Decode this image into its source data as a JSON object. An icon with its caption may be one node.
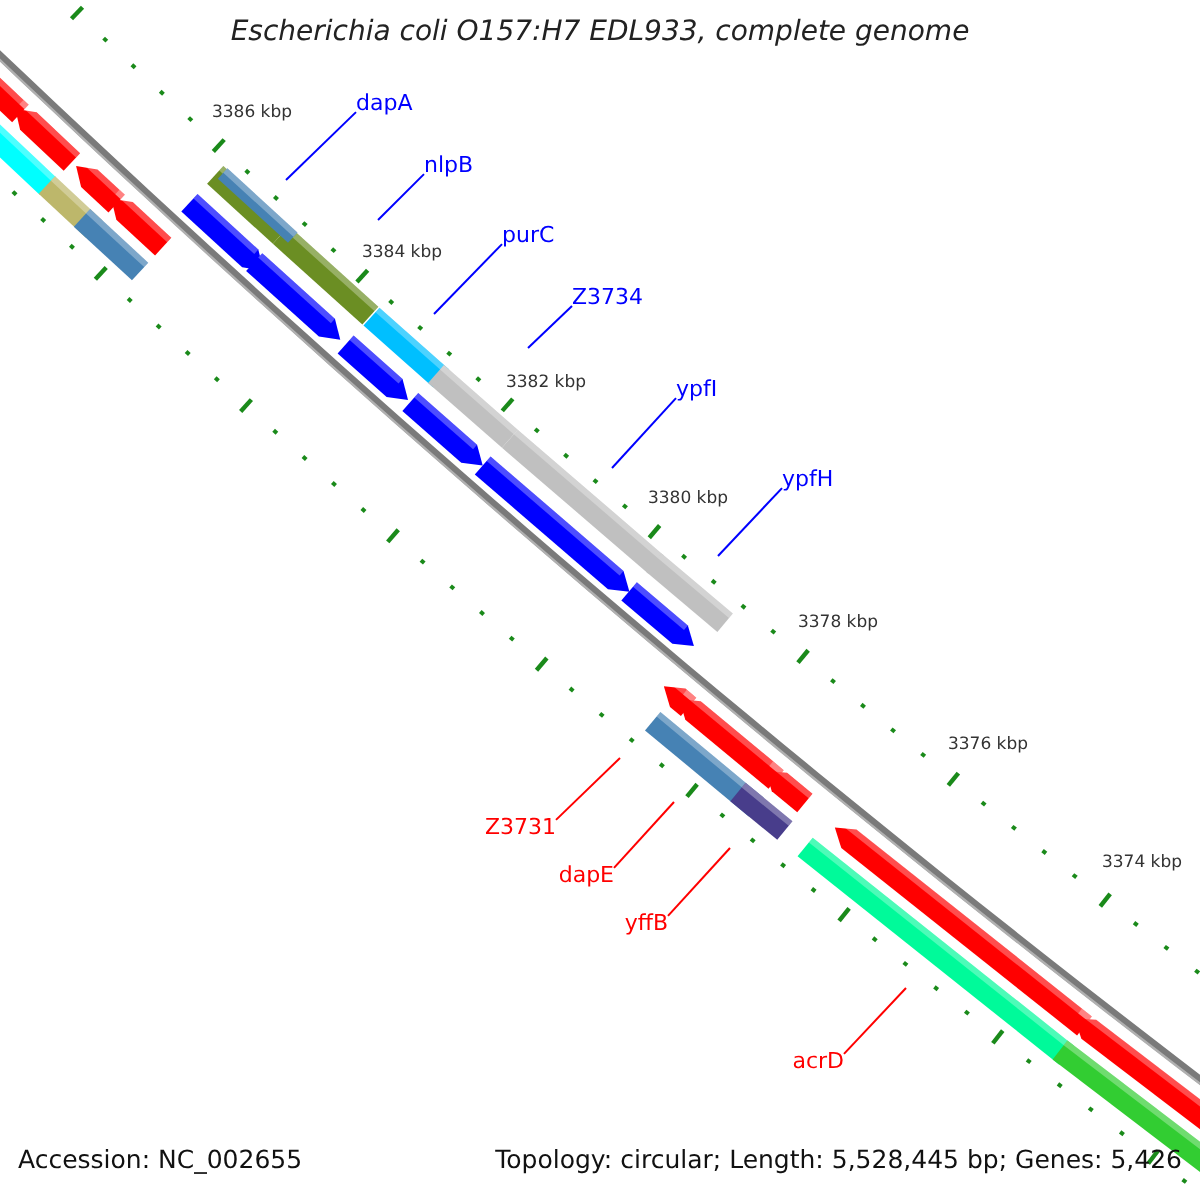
{
  "diagram": {
    "title": "Escherichia coli O157:H7 EDL933, complete genome",
    "nodes": [
      {
        "text": [
          "dapA"
        ]
      },
      {
        "text": [
          "nlpB"
        ]
      },
      {
        "text": [
          "purC"
        ]
      },
      {
        "text": [
          "Z3734"
        ]
      },
      {
        "text": [
          "ypfI"
        ]
      },
      {
        "text": [
          "ypfH"
        ]
      },
      {
        "text": [
          "Z3731"
        ]
      },
      {
        "text": [
          "dapE"
        ]
      },
      {
        "text": [
          "yffB"
        ]
      },
      {
        "text": [
          "acrD"
        ]
      }
    ],
    "edges": [
      {
        "from": 0,
        "to": null,
        "arrow": "none"
      },
      {
        "from": 1,
        "to": null,
        "arrow": "none"
      },
      {
        "from": 2,
        "to": null,
        "arrow": "none"
      },
      {
        "from": 3,
        "to": null,
        "arrow": "none"
      },
      {
        "from": 4,
        "to": null,
        "arrow": "none"
      },
      {
        "from": 5,
        "to": null,
        "arrow": "none"
      },
      {
        "from": 6,
        "to": null,
        "arrow": "none",
        "color": "#ff0000"
      },
      {
        "from": 7,
        "to": null,
        "arrow": "none",
        "color": "#ff0000"
      },
      {
        "from": 8,
        "to": null,
        "arrow": "none",
        "color": "#ff0000"
      },
      {
        "from": 9,
        "to": null,
        "arrow": "none",
        "color": "#ff0000"
      }
    ],
    "labels": [
      "3386 kbp",
      "3384 kbp",
      "3382 kbp",
      "3380 kbp",
      "3378 kbp",
      "3376 kbp",
      "3374 kbp",
      "Accession: NC_002655",
      "Topology: circular; Length: 5,528,445 bp; Genes: 5,426"
    ]
  }
}
